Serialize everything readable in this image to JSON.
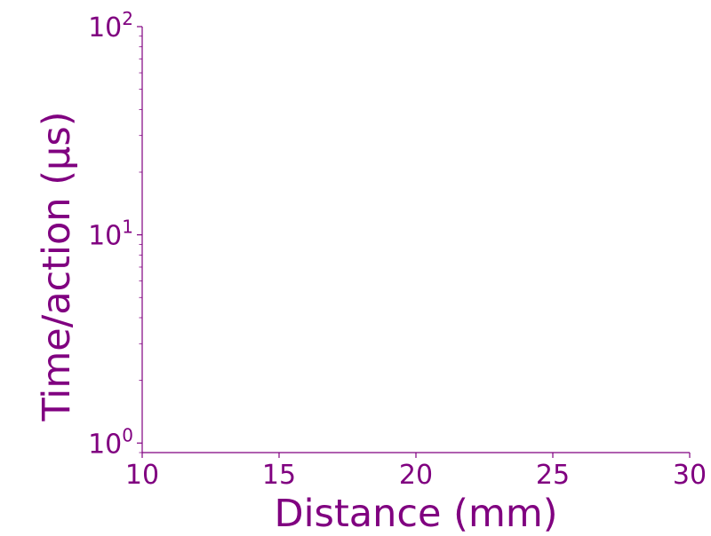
{
  "chart_data": {
    "type": "scatter",
    "title": "",
    "xlabel": "Distance (mm)",
    "ylabel": "Time/action (μs)",
    "xlim": [
      10,
      30
    ],
    "ylim": [
      0.9,
      100
    ],
    "yscale": "log",
    "x_ticks": [
      10,
      15,
      20,
      25,
      30
    ],
    "x_tick_labels": [
      "10",
      "15",
      "20",
      "25",
      "30"
    ],
    "y_ticks": [
      1,
      10,
      100
    ],
    "y_tick_labels": [
      {
        "base": "10",
        "exp": "0"
      },
      {
        "base": "10",
        "exp": "1"
      },
      {
        "base": "10",
        "exp": "2"
      }
    ],
    "series": [],
    "grid": false,
    "legend": false,
    "axis_color": "#800080",
    "text_color": "#800080"
  }
}
